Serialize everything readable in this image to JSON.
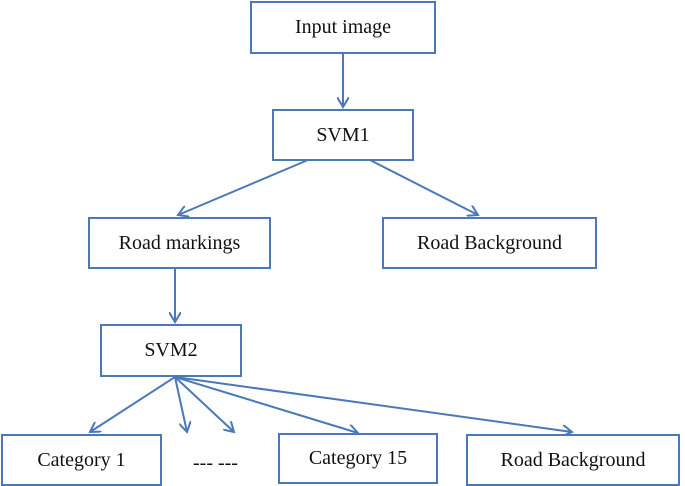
{
  "diagram": {
    "nodes": {
      "input": "Input image",
      "svm1": "SVM1",
      "road_markings": "Road markings",
      "road_background_1": "Road Background",
      "svm2": "SVM2",
      "category_1": "Category 1",
      "ellipsis": "--- ---",
      "category_15": "Category 15",
      "road_background_2": "Road Background"
    },
    "edges": [
      [
        "input",
        "svm1"
      ],
      [
        "svm1",
        "road_markings"
      ],
      [
        "svm1",
        "road_background_1"
      ],
      [
        "road_markings",
        "svm2"
      ],
      [
        "svm2",
        "category_1"
      ],
      [
        "svm2",
        "ellipsis"
      ],
      [
        "svm2",
        "category_15"
      ],
      [
        "svm2",
        "road_background_2"
      ]
    ],
    "colors": {
      "stroke": "#4a78b8",
      "text": "#111111",
      "background": "#ffffff"
    }
  }
}
